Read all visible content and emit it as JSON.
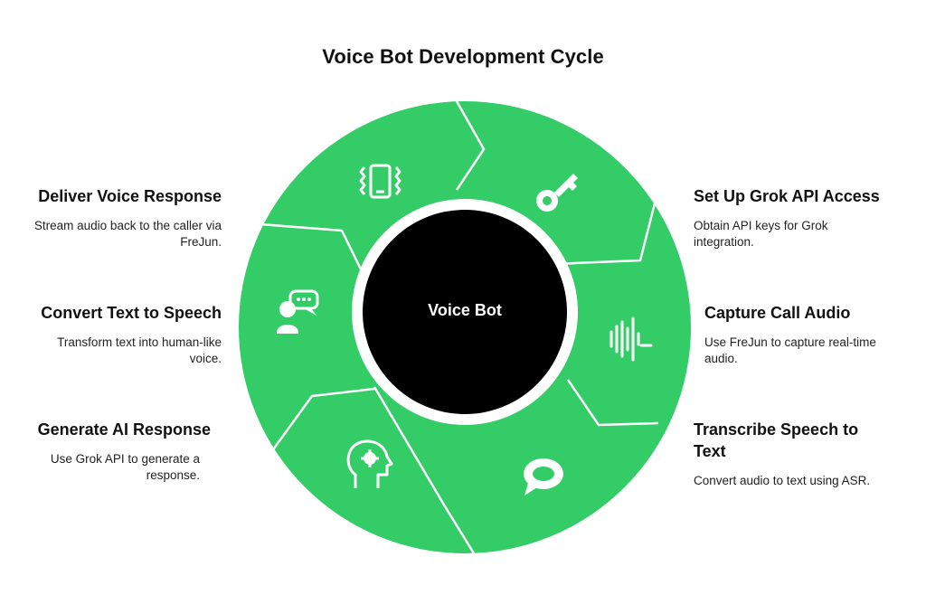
{
  "title": "Voice Bot Development Cycle",
  "center_label": "Voice Bot",
  "colors": {
    "segment": "#33CC66",
    "divider": "#ffffff",
    "center": "#000000",
    "icon": "#ffffff"
  },
  "steps": [
    {
      "heading": "Set Up Grok API Access",
      "description": "Obtain API keys for Grok integration.",
      "icon": "key-icon"
    },
    {
      "heading": "Capture Call Audio",
      "description": "Use FreJun to capture real-time audio.",
      "icon": "audio-waveform-icon"
    },
    {
      "heading": "Transcribe Speech to Text",
      "description": "Convert audio to text using ASR.",
      "icon": "speech-bubble-icon"
    },
    {
      "heading": "Generate AI Response",
      "description": "Use Grok API to generate a response.",
      "icon": "brain-gear-icon"
    },
    {
      "heading": "Convert Text to Speech",
      "description": "Transform text into human-like voice.",
      "icon": "speaking-person-icon"
    },
    {
      "heading": "Deliver Voice Response",
      "description": "Stream audio back to the caller via FreJun.",
      "icon": "vibrating-phone-icon"
    }
  ]
}
